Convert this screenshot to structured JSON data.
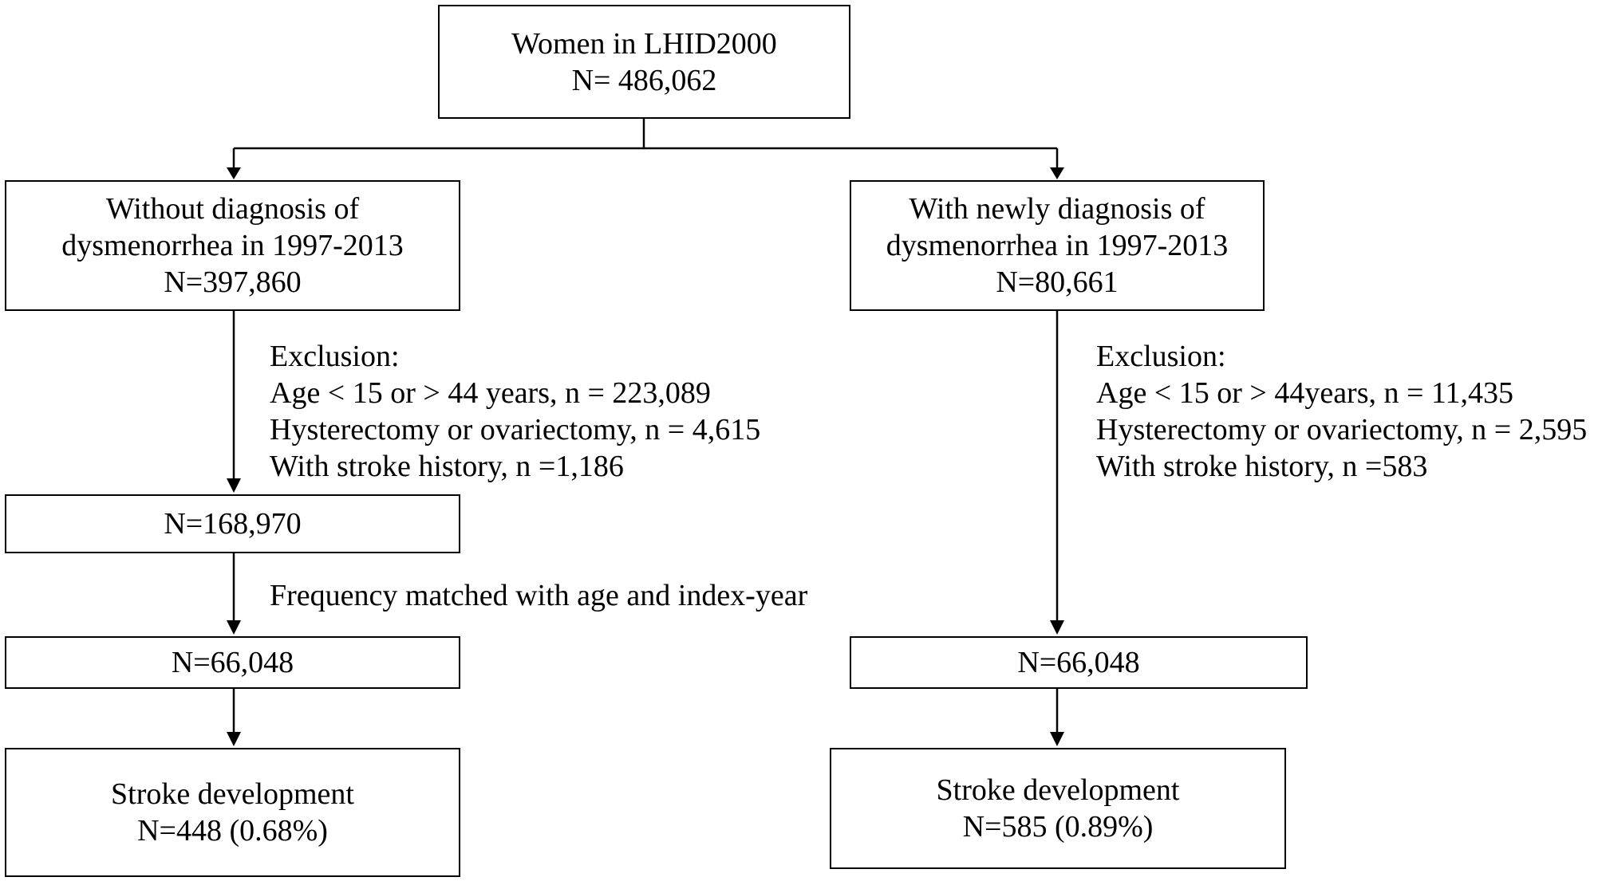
{
  "top_box": {
    "line1": "Women in LHID2000",
    "line2": "N= 486,062"
  },
  "left_branch": {
    "cohort_box": {
      "line1": "Without diagnosis of",
      "line2": "dysmenorrhea in 1997-2013",
      "line3": "N=397,860"
    },
    "exclusion": {
      "title": "Exclusion:",
      "items": [
        "Age < 15 or > 44 years, n = 223,089",
        "Hysterectomy or ovariectomy, n = 4,615",
        "With stroke history, n =1,186"
      ]
    },
    "after_exclusion_box": "N=168,970",
    "matching_note": "Frequency matched with age and index-year",
    "matched_box": "N=66,048",
    "outcome_box": {
      "line1": "Stroke development",
      "line2": "N=448 (0.68%)"
    }
  },
  "right_branch": {
    "cohort_box": {
      "line1": "With newly diagnosis of",
      "line2": "dysmenorrhea in 1997-2013",
      "line3": "N=80,661"
    },
    "exclusion": {
      "title": "Exclusion:",
      "items": [
        "Age < 15 or > 44years, n = 11,435",
        "Hysterectomy or ovariectomy, n = 2,595",
        "With stroke history, n =583"
      ]
    },
    "matched_box": "N=66,048",
    "outcome_box": {
      "line1": "Stroke development",
      "line2": "N=585 (0.89%)"
    }
  }
}
